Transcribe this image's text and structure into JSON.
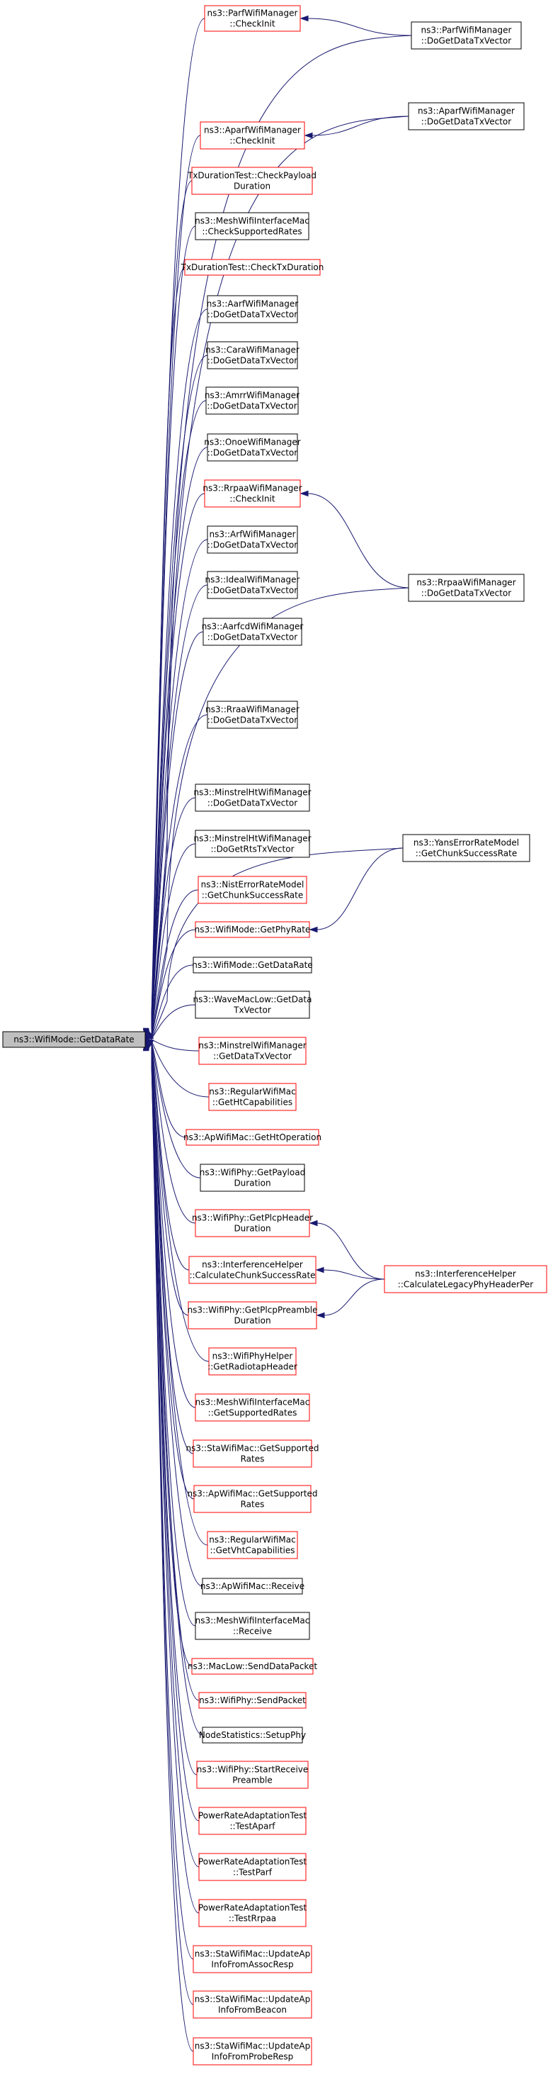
{
  "root": {
    "lines": [
      "ns3::WifiMode::GetDataRate"
    ]
  },
  "callers": [
    {
      "id": "parf-checkinit",
      "lines": [
        "ns3::ParfWifiManager",
        "::CheckInit"
      ],
      "color": "red"
    },
    {
      "id": "aparf-checkinit",
      "lines": [
        "ns3::AparfWifiManager",
        "::CheckInit"
      ],
      "color": "red"
    },
    {
      "id": "txdur-checkpayload",
      "lines": [
        "TxDurationTest::CheckPayload",
        "Duration"
      ],
      "color": "red"
    },
    {
      "id": "mesh-checksupported",
      "lines": [
        "ns3::MeshWifiInterfaceMac",
        "::CheckSupportedRates"
      ],
      "color": "black"
    },
    {
      "id": "txdur-checktx",
      "lines": [
        "TxDurationTest::CheckTxDuration"
      ],
      "color": "red"
    },
    {
      "id": "aarf-dogettx",
      "lines": [
        "ns3::AarfWifiManager",
        "::DoGetDataTxVector"
      ],
      "color": "black"
    },
    {
      "id": "cara-dogettx",
      "lines": [
        "ns3::CaraWifiManager",
        "::DoGetDataTxVector"
      ],
      "color": "black"
    },
    {
      "id": "amrr-dogettx",
      "lines": [
        "ns3::AmrrWifiManager",
        "::DoGetDataTxVector"
      ],
      "color": "black"
    },
    {
      "id": "onoe-dogettx",
      "lines": [
        "ns3::OnoeWifiManager",
        "::DoGetDataTxVector"
      ],
      "color": "black"
    },
    {
      "id": "rrpaa-checkinit",
      "lines": [
        "ns3::RrpaaWifiManager",
        "::CheckInit"
      ],
      "color": "red"
    },
    {
      "id": "arf-dogettx",
      "lines": [
        "ns3::ArfWifiManager",
        "::DoGetDataTxVector"
      ],
      "color": "black"
    },
    {
      "id": "ideal-dogettx",
      "lines": [
        "ns3::IdealWifiManager",
        "::DoGetDataTxVector"
      ],
      "color": "black"
    },
    {
      "id": "aarfcd-dogettx",
      "lines": [
        "ns3::AarfcdWifiManager",
        "::DoGetDataTxVector"
      ],
      "color": "black"
    },
    {
      "id": "rraa-dogettx",
      "lines": [
        "ns3::RraaWifiManager",
        "::DoGetDataTxVector"
      ],
      "color": "black"
    },
    {
      "id": "minstrelht-dogettx",
      "lines": [
        "ns3::MinstrelHtWifiManager",
        "::DoGetDataTxVector"
      ],
      "color": "black"
    },
    {
      "id": "minstrelht-dogetrts",
      "lines": [
        "ns3::MinstrelHtWifiManager",
        "::DoGetRtsTxVector"
      ],
      "color": "black"
    },
    {
      "id": "nist-chunk",
      "lines": [
        "ns3::NistErrorRateModel",
        "::GetChunkSuccessRate"
      ],
      "color": "red"
    },
    {
      "id": "wifimode-getphyrate",
      "lines": [
        "ns3::WifiMode::GetPhyRate"
      ],
      "color": "red"
    },
    {
      "id": "wifimode-getdatarate",
      "lines": [
        "ns3::WifiMode::GetDataRate"
      ],
      "color": "black"
    },
    {
      "id": "wavemaclow-getdatatx",
      "lines": [
        "ns3::WaveMacLow::GetData",
        "TxVector"
      ],
      "color": "black"
    },
    {
      "id": "minstrel-getdatatx",
      "lines": [
        "ns3::MinstrelWifiManager",
        "::GetDataTxVector"
      ],
      "color": "red"
    },
    {
      "id": "regular-getht",
      "lines": [
        "ns3::RegularWifiMac",
        "::GetHtCapabilities"
      ],
      "color": "red"
    },
    {
      "id": "apwifimac-gethtop",
      "lines": [
        "ns3::ApWifiMac::GetHtOperation"
      ],
      "color": "red"
    },
    {
      "id": "wifiphy-getpayload",
      "lines": [
        "ns3::WifiPhy::GetPayload",
        "Duration"
      ],
      "color": "black"
    },
    {
      "id": "wifiphy-getplcpheader",
      "lines": [
        "ns3::WifiPhy::GetPlcpHeader",
        "Duration"
      ],
      "color": "red"
    },
    {
      "id": "interference-chunk",
      "lines": [
        "ns3::InterferenceHelper",
        "::CalculateChunkSuccessRate"
      ],
      "color": "red"
    },
    {
      "id": "wifiphy-getplcppreamble",
      "lines": [
        "ns3::WifiPhy::GetPlcpPreamble",
        "Duration"
      ],
      "color": "red"
    },
    {
      "id": "wifiphyhelper-radiotap",
      "lines": [
        "ns3::WifiPhyHelper",
        "::GetRadiotapHeader"
      ],
      "color": "red"
    },
    {
      "id": "mesh-getsupported",
      "lines": [
        "ns3::MeshWifiInterfaceMac",
        "::GetSupportedRates"
      ],
      "color": "red"
    },
    {
      "id": "sta-getsupported",
      "lines": [
        "ns3::StaWifiMac::GetSupported",
        "Rates"
      ],
      "color": "red"
    },
    {
      "id": "ap-getsupported",
      "lines": [
        "ns3::ApWifiMac::GetSupported",
        "Rates"
      ],
      "color": "red"
    },
    {
      "id": "regular-getvht",
      "lines": [
        "ns3::RegularWifiMac",
        "::GetVhtCapabilities"
      ],
      "color": "red"
    },
    {
      "id": "apwifimac-receive",
      "lines": [
        "ns3::ApWifiMac::Receive"
      ],
      "color": "black"
    },
    {
      "id": "mesh-receive",
      "lines": [
        "ns3::MeshWifiInterfaceMac",
        "::Receive"
      ],
      "color": "black"
    },
    {
      "id": "maclow-senddata",
      "lines": [
        "ns3::MacLow::SendDataPacket"
      ],
      "color": "red"
    },
    {
      "id": "wifiphy-sendpacket",
      "lines": [
        "ns3::WifiPhy::SendPacket"
      ],
      "color": "red"
    },
    {
      "id": "nodestats-setupphy",
      "lines": [
        "NodeStatistics::SetupPhy"
      ],
      "color": "black"
    },
    {
      "id": "wifiphy-startreceive",
      "lines": [
        "ns3::WifiPhy::StartReceive",
        "Preamble"
      ],
      "color": "red"
    },
    {
      "id": "pra-testaparf",
      "lines": [
        "PowerRateAdaptationTest",
        "::TestAparf"
      ],
      "color": "red"
    },
    {
      "id": "pra-testparf",
      "lines": [
        "PowerRateAdaptationTest",
        "::TestParf"
      ],
      "color": "red"
    },
    {
      "id": "pra-testrrpaa",
      "lines": [
        "PowerRateAdaptationTest",
        "::TestRrpaa"
      ],
      "color": "red"
    },
    {
      "id": "sta-assocresp",
      "lines": [
        "ns3::StaWifiMac::UpdateAp",
        "InfoFromAssocResp"
      ],
      "color": "red"
    },
    {
      "id": "sta-beacon",
      "lines": [
        "ns3::StaWifiMac::UpdateAp",
        "InfoFromBeacon"
      ],
      "color": "red"
    },
    {
      "id": "sta-proberesp",
      "lines": [
        "ns3::StaWifiMac::UpdateAp",
        "InfoFromProbeResp"
      ],
      "color": "red"
    }
  ],
  "second_level": [
    {
      "id": "parf-dogettx",
      "lines": [
        "ns3::ParfWifiManager",
        "::DoGetDataTxVector"
      ],
      "color": "black"
    },
    {
      "id": "aparf-dogettx",
      "lines": [
        "ns3::AparfWifiManager",
        "::DoGetDataTxVector"
      ],
      "color": "black"
    },
    {
      "id": "rrpaa-dogettx",
      "lines": [
        "ns3::RrpaaWifiManager",
        "::DoGetDataTxVector"
      ],
      "color": "black"
    },
    {
      "id": "yans-chunk",
      "lines": [
        "ns3::YansErrorRateModel",
        "::GetChunkSuccessRate"
      ],
      "color": "black"
    },
    {
      "id": "interference-legacy",
      "lines": [
        "ns3::InterferenceHelper",
        "::CalculateLegacyPhyHeaderPer"
      ],
      "color": "red"
    }
  ],
  "edges": [
    {
      "from": "parf-dogettx",
      "to": "parf-checkinit"
    },
    {
      "from": "aparf-dogettx",
      "to": "aparf-checkinit"
    },
    {
      "from": "rrpaa-dogettx",
      "to": "rrpaa-checkinit"
    },
    {
      "from": "yans-chunk",
      "to": "wifimode-getphyrate"
    },
    {
      "from": "interference-legacy",
      "to": "wifiphy-getplcpheader"
    },
    {
      "from": "interference-legacy",
      "to": "interference-chunk"
    },
    {
      "from": "interference-legacy",
      "to": "wifiphy-getplcppreamble"
    }
  ],
  "root_edges_from_second_level": [
    "parf-dogettx",
    "aparf-dogettx",
    "rrpaa-dogettx",
    "yans-chunk"
  ]
}
